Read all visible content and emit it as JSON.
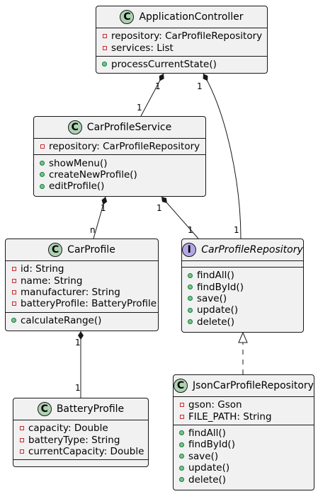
{
  "classes": {
    "application_controller": {
      "stereotype": "C",
      "name": "ApplicationController",
      "fields": [
        "repository: CarProfileRepository",
        "services: List"
      ],
      "methods": [
        "processCurrentState()"
      ]
    },
    "car_profile_service": {
      "stereotype": "C",
      "name": "CarProfileService",
      "fields": [
        "repository: CarProfileRepository"
      ],
      "methods": [
        "showMenu()",
        "createNewProfile()",
        "editProfile()"
      ]
    },
    "car_profile": {
      "stereotype": "C",
      "name": "CarProfile",
      "fields": [
        "id: String",
        "name: String",
        "manufacturer: String",
        "batteryProfile: BatteryProfile"
      ],
      "methods": [
        "calculateRange()"
      ]
    },
    "car_profile_repository": {
      "stereotype": "I",
      "name": "CarProfileRepository",
      "fields": [],
      "methods": [
        "findAll()",
        "findById()",
        "save()",
        "update()",
        "delete()"
      ]
    },
    "battery_profile": {
      "stereotype": "C",
      "name": "BatteryProfile",
      "fields": [
        "capacity: Double",
        "batteryType: String",
        "currentCapacity: Double"
      ],
      "methods": []
    },
    "json_car_profile_repository": {
      "stereotype": "C",
      "name": "JsonCarProfileRepository",
      "fields": [
        "gson: Gson",
        "FILE_PATH: String"
      ],
      "methods": [
        "findAll()",
        "findById()",
        "save()",
        "update()",
        "delete()"
      ]
    }
  },
  "relationships": [
    {
      "from": "ApplicationController",
      "to": "CarProfileService",
      "type": "composition",
      "from_mult": "1",
      "to_mult": "1"
    },
    {
      "from": "ApplicationController",
      "to": "CarProfileRepository",
      "type": "composition",
      "from_mult": "1",
      "to_mult": "1"
    },
    {
      "from": "CarProfileService",
      "to": "CarProfile",
      "type": "composition",
      "from_mult": "1",
      "to_mult": "n"
    },
    {
      "from": "CarProfileService",
      "to": "CarProfileRepository",
      "type": "composition",
      "from_mult": "1",
      "to_mult": "1"
    },
    {
      "from": "CarProfile",
      "to": "BatteryProfile",
      "type": "composition",
      "from_mult": "1",
      "to_mult": "1"
    },
    {
      "from": "JsonCarProfileRepository",
      "to": "CarProfileRepository",
      "type": "realization"
    }
  ],
  "colors": {
    "box_fill": "#f1f1f1",
    "border": "#181818",
    "class_badge": "#add1b2",
    "interface_badge": "#b4a7e5",
    "private_marker": "#c82930",
    "public_marker": "#84be84"
  }
}
